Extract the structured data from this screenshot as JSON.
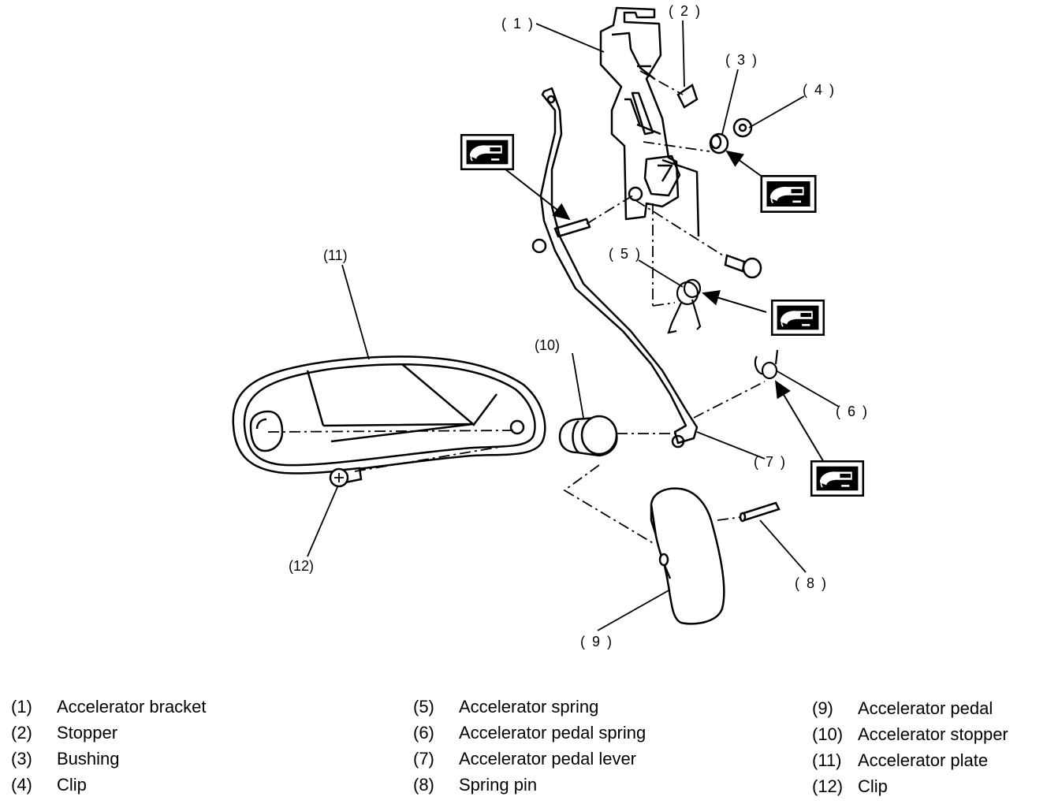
{
  "callouts": {
    "c1": "( 1 )",
    "c2": "( 2 )",
    "c3": "( 3 )",
    "c4": "( 4 )",
    "c5": "( 5 )",
    "c6": "( 6 )",
    "c7": "( 7 )",
    "c8": "( 8 )",
    "c9": "( 9 )",
    "c10": "(10)",
    "c11": "(11)",
    "c12": "(12)"
  },
  "legend": [
    {
      "num": "(1)",
      "label": "Accelerator bracket"
    },
    {
      "num": "(2)",
      "label": "Stopper"
    },
    {
      "num": "(3)",
      "label": "Bushing"
    },
    {
      "num": "(4)",
      "label": "Clip"
    },
    {
      "num": "(5)",
      "label": "Accelerator spring"
    },
    {
      "num": "(6)",
      "label": "Accelerator pedal spring"
    },
    {
      "num": "(7)",
      "label": "Accelerator pedal lever"
    },
    {
      "num": "(8)",
      "label": "Spring pin"
    },
    {
      "num": "(9)",
      "label": "Accelerator pedal"
    },
    {
      "num": "(10)",
      "label": "Accelerator stopper"
    },
    {
      "num": "(11)",
      "label": "Accelerator plate"
    },
    {
      "num": "(12)",
      "label": "Clip"
    }
  ],
  "grease_icons": [
    "grease-symbol-icon",
    "grease-symbol-icon",
    "grease-symbol-icon",
    "grease-symbol-icon"
  ]
}
